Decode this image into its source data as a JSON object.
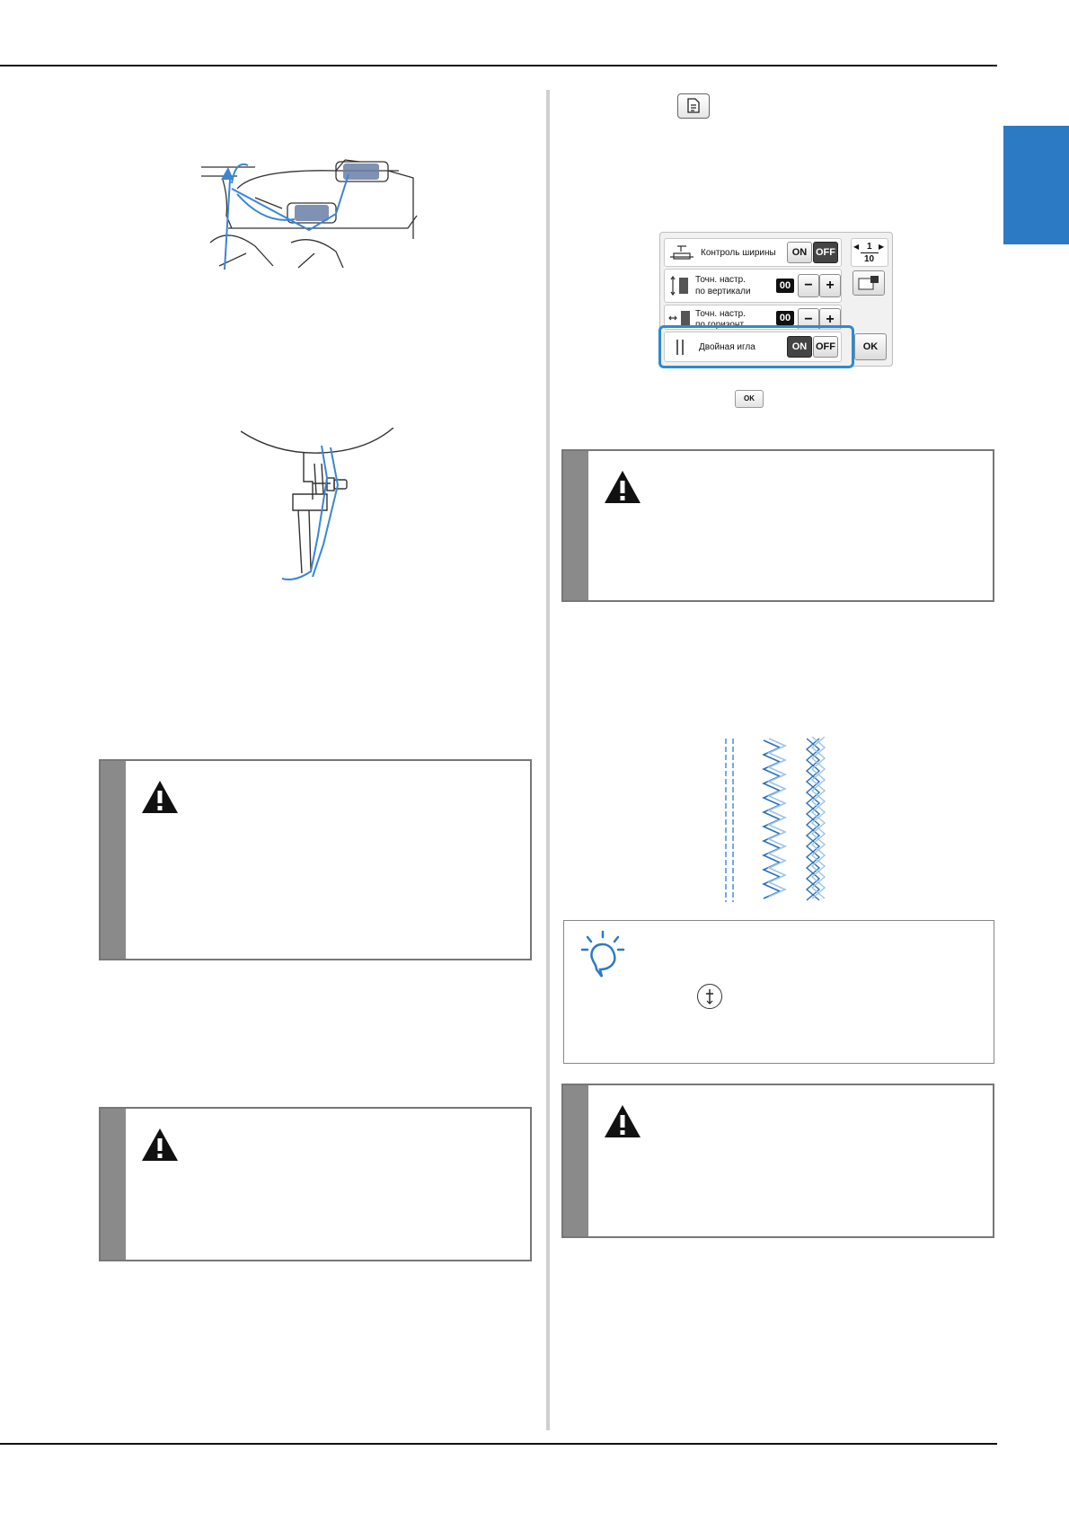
{
  "screen": {
    "rows": [
      {
        "label": "Контроль ширины",
        "on_label": "ON",
        "off_label": "OFF"
      },
      {
        "label_line1": "Точн. настр.",
        "label_line2": "по вертикали",
        "value": "00",
        "minus": "−",
        "plus": "+"
      },
      {
        "label_line1": "Точн. настр.",
        "label_line2": "по горизонт.",
        "value": "00",
        "minus": "−",
        "plus": "+"
      },
      {
        "label": "Двойная игла",
        "on_label": "ON",
        "off_label": "OFF",
        "selected": "ON"
      }
    ],
    "page_current": "1",
    "page_total": "10",
    "ok_label": "OK"
  },
  "inline_ok_label": "OK",
  "colors": {
    "accent_blue": "#2c7ac4",
    "thread_blue": "#3a86d4",
    "rule": "#111111"
  }
}
